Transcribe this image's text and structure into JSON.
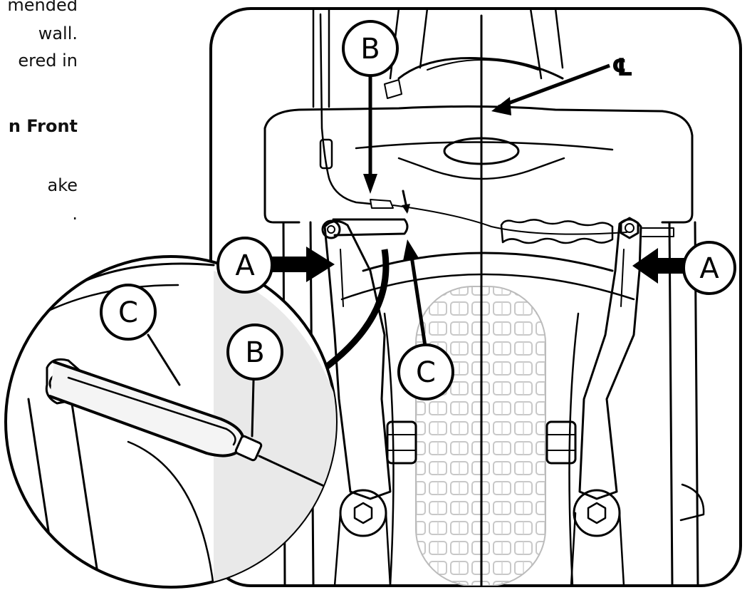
{
  "side_text": {
    "line1": "mended",
    "line2": "wall.",
    "line3": "ered in",
    "line4": "n Front",
    "line5": "ake",
    "line6": "."
  },
  "callouts": {
    "a_left": "A",
    "a_right": "A",
    "b_top": "B",
    "b_inset": "B",
    "c_main": "C",
    "c_inset": "C",
    "centerline": "℄"
  },
  "colors": {
    "ink": "#000000",
    "paper": "#ffffff",
    "tire": "#d4d4d4",
    "inset_shade": "#e6e6e6"
  }
}
